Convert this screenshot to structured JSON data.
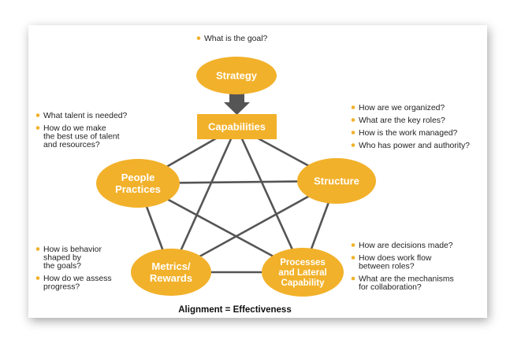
{
  "colors": {
    "node_fill": "#f2b12a",
    "arrow": "#555555",
    "lines": "#555555",
    "bullet": "#f2b12a"
  },
  "nodes": {
    "strategy": "Strategy",
    "capabilities": "Capabilities",
    "people_practices": [
      "People",
      "Practices"
    ],
    "structure": "Structure",
    "metrics_rewards": [
      "Metrics/",
      "Rewards"
    ],
    "processes": [
      "Processes",
      "and Lateral",
      "Capability"
    ]
  },
  "questions": {
    "strategy": [
      [
        "What is the goal?"
      ]
    ],
    "people_practices": [
      [
        "What talent is needed?"
      ],
      [
        "How do we make",
        "the best use of talent",
        "and resources?"
      ]
    ],
    "structure": [
      [
        "How are we organized?"
      ],
      [
        "What are the key roles?"
      ],
      [
        "How is the work managed?"
      ],
      [
        "Who has power and authority?"
      ]
    ],
    "metrics_rewards": [
      [
        "How is behavior",
        "shaped by",
        "the goals?"
      ],
      [
        "How do we assess",
        "progress?"
      ]
    ],
    "processes": [
      [
        "How are decisions made?"
      ],
      [
        "How does work flow",
        "between roles?"
      ],
      [
        "What are the mechanisms",
        "for collaboration?"
      ]
    ]
  },
  "footer": "Alignment = Effectiveness"
}
